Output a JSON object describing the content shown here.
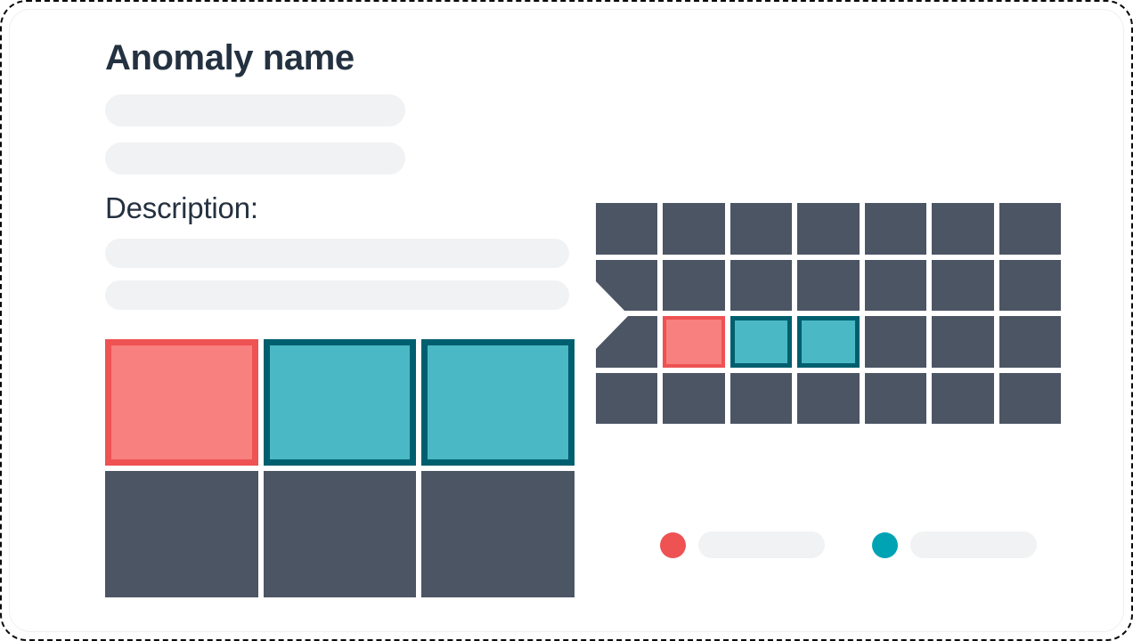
{
  "card": {
    "title": "Anomaly name",
    "description_label": "Description:"
  },
  "colors": {
    "text": "#243140",
    "skeleton": "#f1f2f4",
    "normal_cell": "#4c5564",
    "anomaly_border": "#ee5253",
    "anomaly_fill": "#f8807e",
    "expected_border": "#005f6e",
    "expected_fill": "#4ab9c5",
    "legend_anomaly_dot": "#ee5253",
    "legend_expected_dot": "#00a3b4"
  },
  "detail_grid": {
    "rows": 2,
    "cols": 3,
    "cells": [
      [
        "anomaly",
        "expected",
        "expected"
      ],
      [
        "normal",
        "normal",
        "normal"
      ]
    ]
  },
  "overview_grid": {
    "rows": 4,
    "cols": 7,
    "highlights": [
      {
        "row": 2,
        "col": 1,
        "type": "anomaly"
      },
      {
        "row": 2,
        "col": 2,
        "type": "expected"
      },
      {
        "row": 2,
        "col": 3,
        "type": "expected"
      }
    ]
  },
  "legend": {
    "items": [
      {
        "type": "anomaly",
        "dot_color": "#ee5253"
      },
      {
        "type": "expected",
        "dot_color": "#00a3b4"
      }
    ]
  }
}
